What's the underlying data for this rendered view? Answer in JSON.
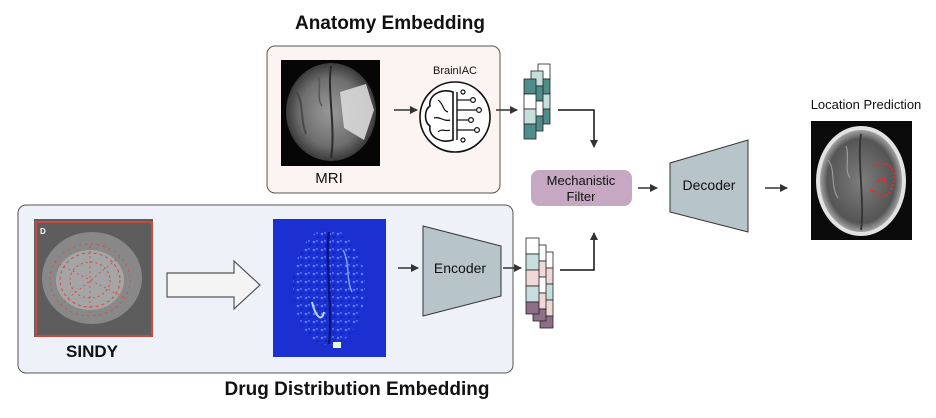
{
  "titles": {
    "anatomy": "Anatomy Embedding",
    "drug": "Drug Distribution Embedding"
  },
  "labels": {
    "mri": "MRI",
    "brainiac": "BrainIAC",
    "sindy": "SINDY",
    "sindy_panel_letter": "D",
    "encoder": "Encoder",
    "filter_line1": "Mechanistic",
    "filter_line2": "Filter",
    "decoder": "Decoder",
    "location": "Location Prediction"
  },
  "colors": {
    "anatomy_box_fill": "#fbf4f3",
    "drug_box_fill": "#eef1f7",
    "filter_fill": "#c6a8c3",
    "trapezoid_fill": "#b7c4c9",
    "embedding_teal": "#4f8d8b",
    "embedding_light_teal": "#c6dedc",
    "embedding_pink": "#f1d8d8",
    "embedding_mauve": "#8d6f86",
    "heatmap_blue": "#1c2fd0",
    "prediction_red": "#e0302a"
  },
  "icons": {
    "brain_circuit": "brain-circuit-icon",
    "hollow_arrow": "hollow-right-arrow-icon"
  }
}
